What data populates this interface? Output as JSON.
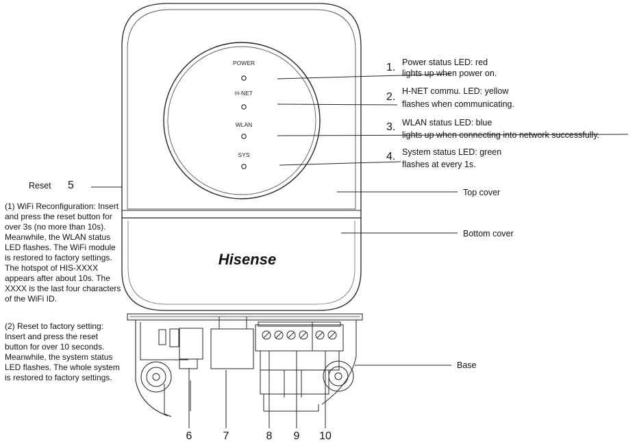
{
  "led_labels": {
    "power": "POWER",
    "hnet": "H-NET",
    "wlan": "WLAN",
    "sys": "SYS"
  },
  "callouts": [
    {
      "number": "1.",
      "line1": "Power status LED: red",
      "line2": "lights up when power on."
    },
    {
      "number": "2.",
      "line1": "H-NET commu. LED: yellow",
      "line2": "flashes when communicating."
    },
    {
      "number": "3.",
      "line1": "WLAN status LED: blue",
      "line2": "lights up when connecting into network successfully."
    },
    {
      "number": "4.",
      "line1": "System status LED: green",
      "line2": "flashes at every 1s."
    }
  ],
  "parts": {
    "top_cover": "Top cover",
    "bottom_cover": "Bottom cover",
    "base": "Base",
    "reset_label": "Reset",
    "reset_number": "5"
  },
  "brand": "Hisense",
  "reset_descriptions": {
    "wifi": "(1) WiFi Reconfiguration: Insert and press the reset button for over 3s (no more than 10s). Meanwhile, the WLAN status LED flashes. The WiFi module is restored to factory settings. The hotspot of HIS-XXXX appears after about 10s. The XXXX is the last four characters of the WiFi ID.",
    "factory": "(2) Reset to factory setting: Insert and press the reset button for over 10 seconds. Meanwhile, the system status LED flashes. The whole system is restored to factory settings."
  },
  "bottom_numbers": [
    "6",
    "7",
    "8",
    "9",
    "10"
  ]
}
